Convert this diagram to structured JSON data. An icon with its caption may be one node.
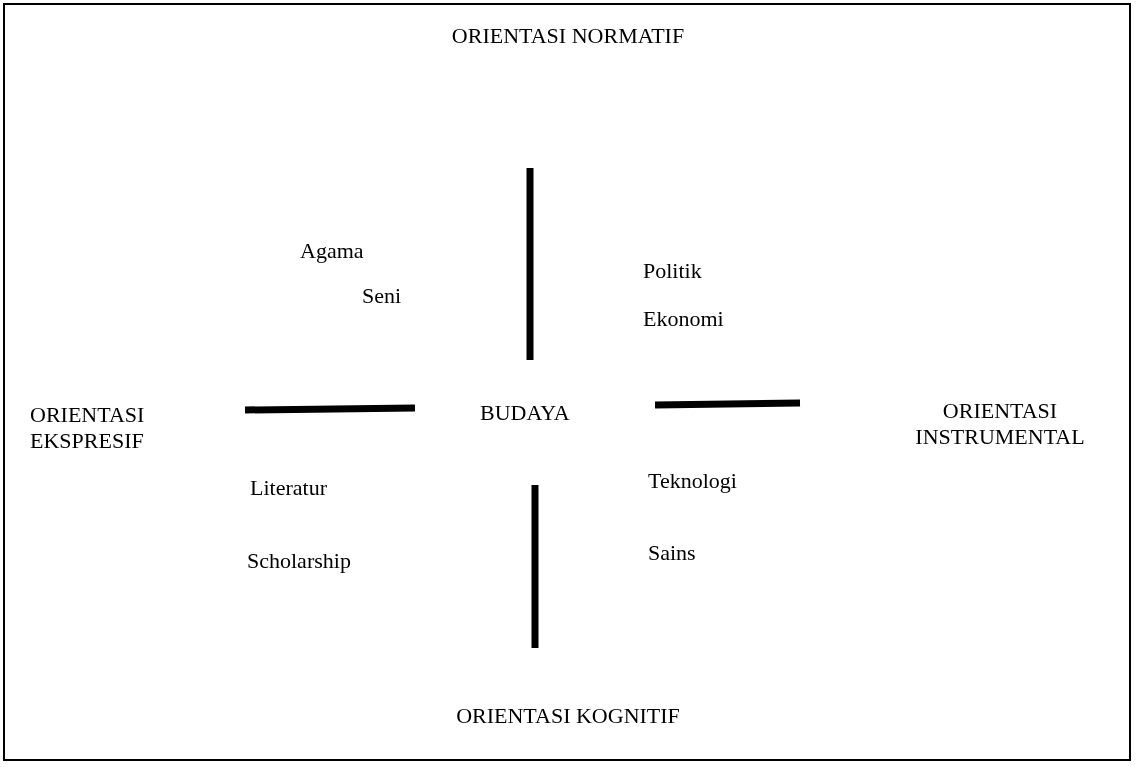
{
  "diagram": {
    "labels": [
      "ORIENTASI NORMATIF",
      "Agama",
      "Politik",
      "Seni",
      "Ekonomi",
      "ORIENTASI EKSPRESIF",
      "BUDAYA",
      "ORIENTASI INSTRUMENTAL",
      "Literatur",
      "Teknologi",
      "Scholarship",
      "Sains",
      "ORIENTASI KOGNITIF"
    ]
  }
}
